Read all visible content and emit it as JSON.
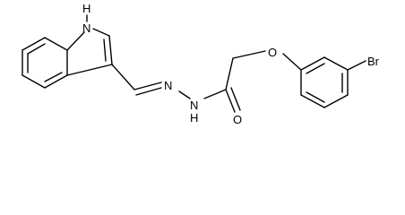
{
  "molecule": {
    "atom_labels": {
      "nh": "H",
      "n_indole": "N",
      "n_imine": "N",
      "n_hydrazide": "N",
      "h_hydrazide": "H",
      "o_carbonyl": "O",
      "o_ether": "O",
      "br": "Br"
    }
  }
}
